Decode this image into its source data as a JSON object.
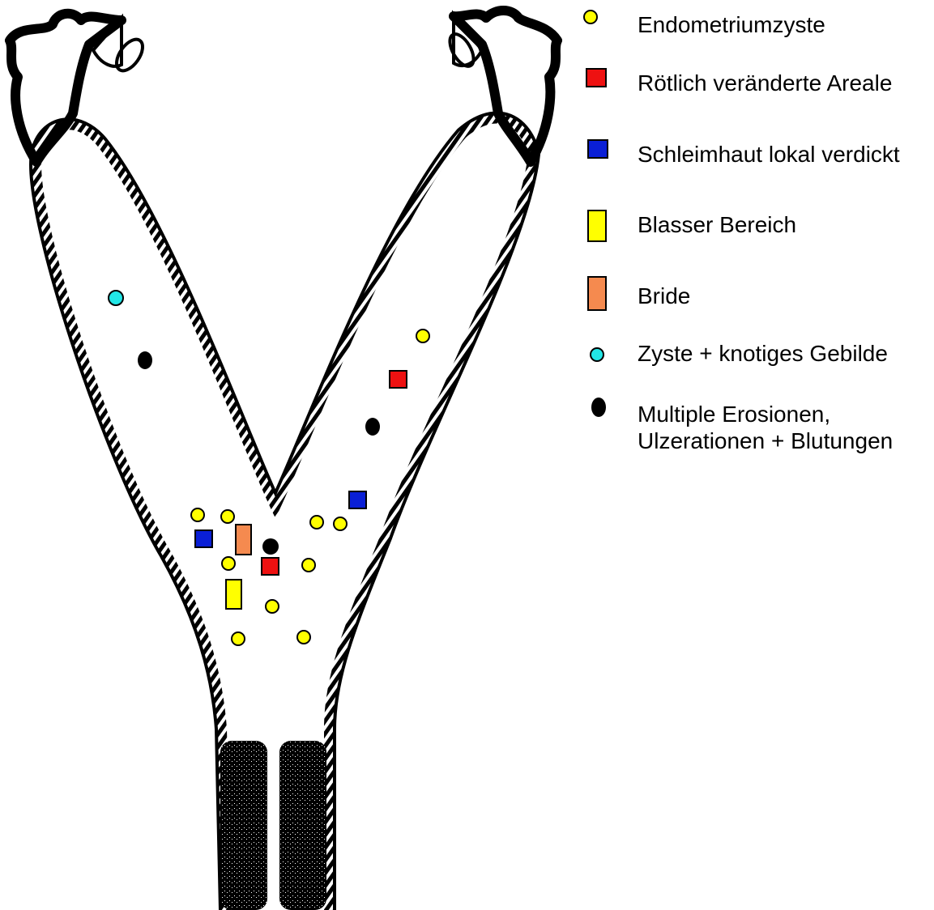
{
  "colors": {
    "endometriumzyste": "#ffff00",
    "roetlich": "#ee1111",
    "schleimhaut": "#0a1fd6",
    "blasser_bereich": "#ffff00",
    "bride": "#f58a4f",
    "zyste_knotig": "#22e6e6",
    "erosionen": "#000000",
    "outline": "#000000",
    "background": "#ffffff"
  },
  "legend": {
    "items": [
      {
        "key": "endometriumzyste",
        "label": "Endometriumzyste",
        "shape": "circle",
        "icon": "yellow-circle-icon"
      },
      {
        "key": "roetlich",
        "label": "Rötlich veränderte Areale",
        "shape": "square",
        "icon": "red-square-icon"
      },
      {
        "key": "schleimhaut",
        "label": "Schleimhaut lokal verdickt",
        "shape": "square",
        "icon": "blue-square-icon"
      },
      {
        "key": "blasser_bereich",
        "label": "Blasser Bereich",
        "shape": "tall-rect",
        "icon": "yellow-rectangle-icon"
      },
      {
        "key": "bride",
        "label": "Bride",
        "shape": "tall-rect",
        "icon": "orange-rectangle-icon"
      },
      {
        "key": "zyste_knotig",
        "label": "Zyste + knotiges Gebilde",
        "shape": "circle",
        "icon": "cyan-circle-icon"
      },
      {
        "key": "erosionen",
        "label": "Multiple Erosionen,\nUlzerationen + Blutungen",
        "shape": "oval",
        "icon": "black-oval-icon"
      }
    ]
  }
}
